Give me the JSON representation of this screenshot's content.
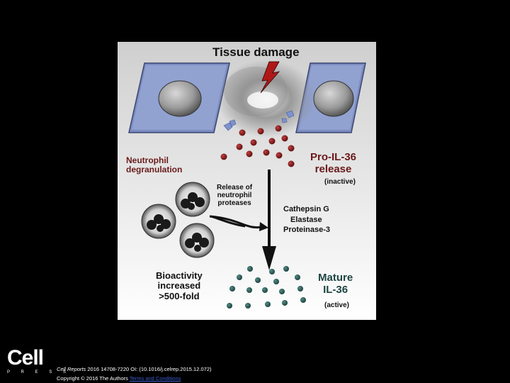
{
  "diagram": {
    "title": "Tissue damage",
    "labels": {
      "neutrophil": "Neutrophil\ndegranulation",
      "pro_il36": "Pro-IL-36\nrelease",
      "inactive": "(inactive)",
      "release_proteases": "Release of\nneutrophil\nproteases",
      "cathepsin": "Cathepsin G",
      "elastase": "Elastase",
      "proteinase": "Proteinase-3",
      "bioactivity": "Bioactivity\nincreased\n>500-fold",
      "mature": "Mature\nIL-36",
      "active": "(active)"
    },
    "colors": {
      "background_top": "#cfcfcf",
      "background_bottom": "#ffffff",
      "cell_plate": "#8d9ccb",
      "nucleus": "#9a9a9a",
      "pro_il36_dot": "#7a1414",
      "mature_il36_dot": "#2e5a56",
      "arrow": "#111111"
    }
  },
  "logo": {
    "word": "Cell",
    "sub": "P R E S S"
  },
  "footer": {
    "journal": "Cell Reports",
    "citation": " 2016 14708-7220 OI: (10.1016/j.celrep.2015.12.072)",
    "copyright": "Copyright © 2016 The Authors ",
    "link": "Terms and Conditions"
  }
}
